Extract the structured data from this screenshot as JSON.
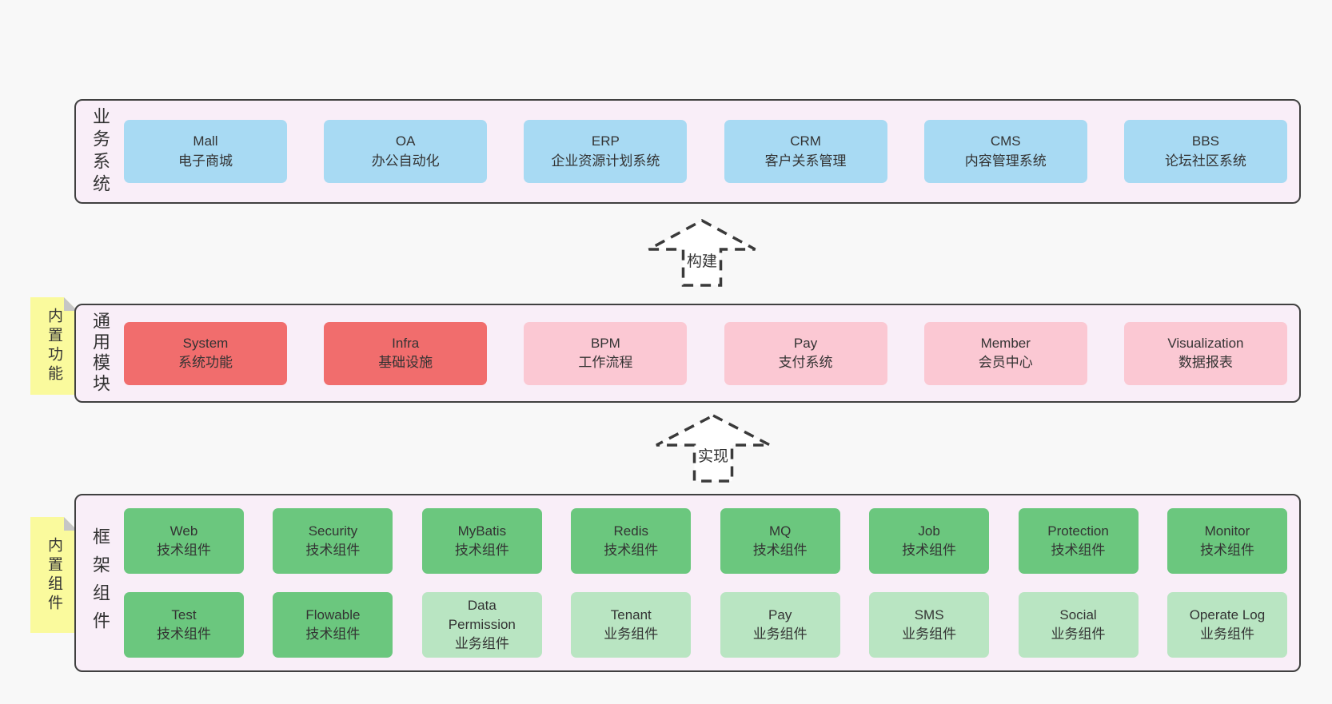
{
  "business": {
    "label": "业务系统",
    "items": [
      {
        "title": "Mall",
        "desc": "电子商城"
      },
      {
        "title": "OA",
        "desc": "办公自动化"
      },
      {
        "title": "ERP",
        "desc": "企业资源计划系统"
      },
      {
        "title": "CRM",
        "desc": "客户关系管理"
      },
      {
        "title": "CMS",
        "desc": "内容管理系统"
      },
      {
        "title": "BBS",
        "desc": "论坛社区系统"
      }
    ]
  },
  "modules": {
    "label": "通用模块",
    "tag": "内置功能",
    "items": [
      {
        "title": "System",
        "desc": "系统功能"
      },
      {
        "title": "Infra",
        "desc": "基础设施"
      },
      {
        "title": "BPM",
        "desc": "工作流程"
      },
      {
        "title": "Pay",
        "desc": "支付系统"
      },
      {
        "title": "Member",
        "desc": "会员中心"
      },
      {
        "title": "Visualization",
        "desc": "数据报表"
      }
    ]
  },
  "components": {
    "label": "框架组件",
    "tag": "内置组件",
    "row1": [
      {
        "title": "Web",
        "desc": "技术组件"
      },
      {
        "title": "Security",
        "desc": "技术组件"
      },
      {
        "title": "MyBatis",
        "desc": "技术组件"
      },
      {
        "title": "Redis",
        "desc": "技术组件"
      },
      {
        "title": "MQ",
        "desc": "技术组件"
      },
      {
        "title": "Job",
        "desc": "技术组件"
      },
      {
        "title": "Protection",
        "desc": "技术组件"
      },
      {
        "title": "Monitor",
        "desc": "技术组件"
      }
    ],
    "row2": [
      {
        "title": "Test",
        "desc": "技术组件"
      },
      {
        "title": "Flowable",
        "desc": "技术组件"
      },
      {
        "title": "Data Permission",
        "desc": "业务组件"
      },
      {
        "title": "Tenant",
        "desc": "业务组件"
      },
      {
        "title": "Pay",
        "desc": "业务组件"
      },
      {
        "title": "SMS",
        "desc": "业务组件"
      },
      {
        "title": "Social",
        "desc": "业务组件"
      },
      {
        "title": "Operate Log",
        "desc": "业务组件"
      }
    ]
  },
  "arrows": {
    "build": "构建",
    "implement": "实现"
  },
  "colors": {
    "page_bg": "#f8f8f8",
    "panel_bg": "#f9eef8",
    "panel_border": "#404040",
    "blue_box": "#a8daf3",
    "red_box": "#f16d6d",
    "pink_box": "#fbc8d3",
    "green_box": "#6bc77e",
    "light_green_box": "#b9e5c2",
    "tag_yellow": "#fafa9d",
    "fold_gray": "#c6c6c6",
    "text": "#333333"
  }
}
